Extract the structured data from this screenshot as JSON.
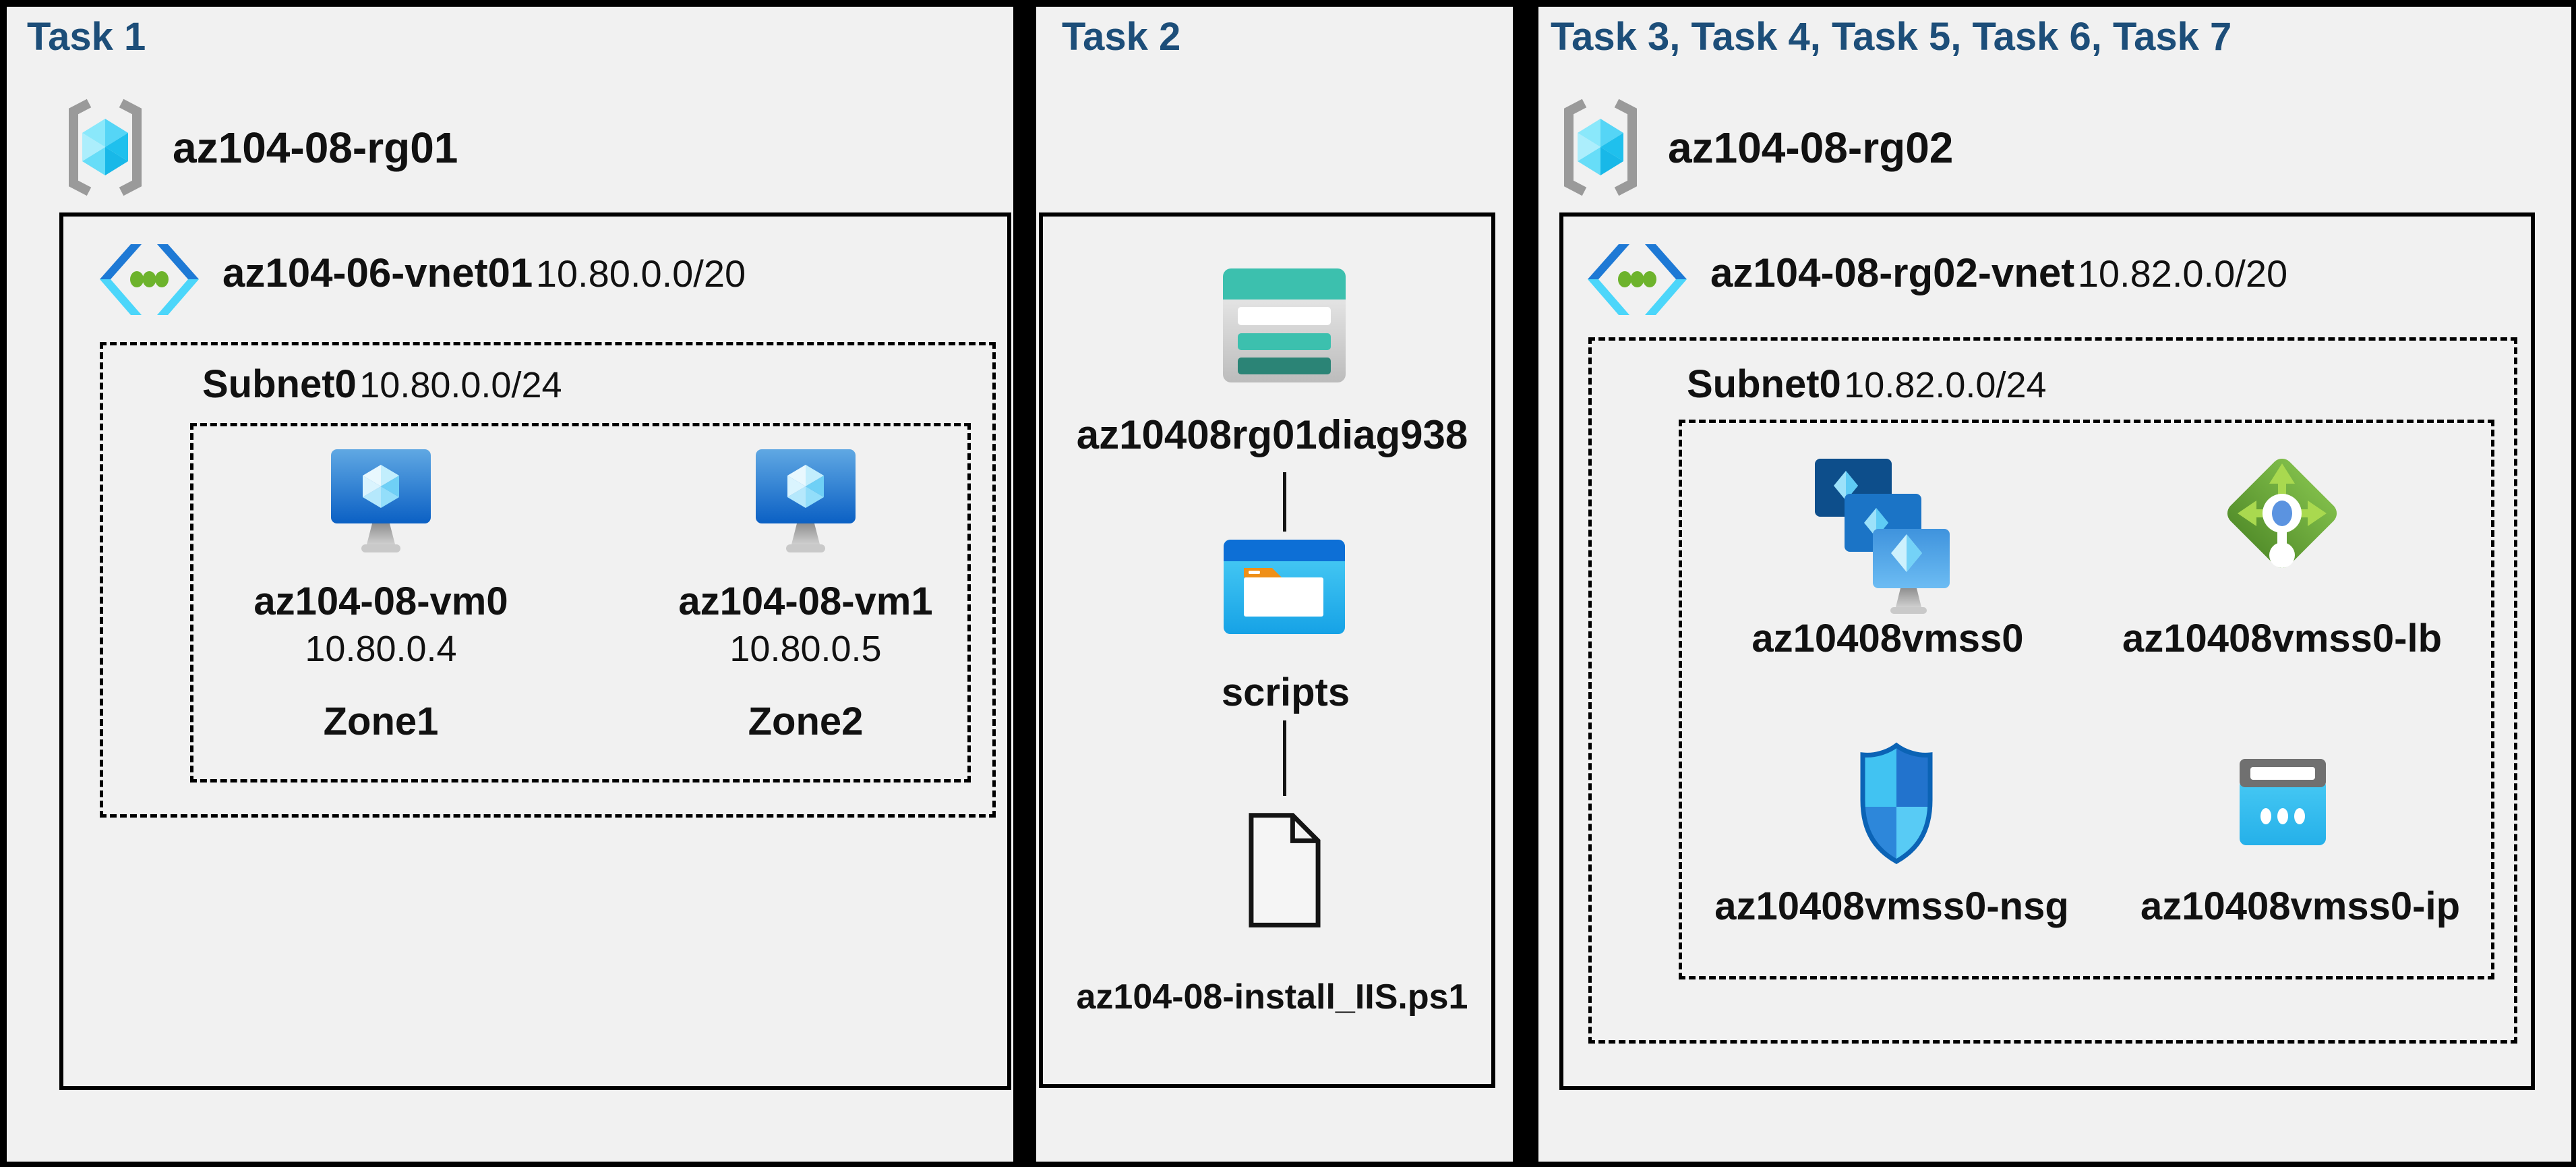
{
  "colors": {
    "background": "#000000",
    "panel_bg": "#f1f1f1",
    "title_accent": "#1d4e79",
    "text": "#111111",
    "storage_teal": "#3cc0ae",
    "azure_blue": "#1b74c6",
    "lb_green": "#6faf3d"
  },
  "panels": [
    {
      "title": "Task 1",
      "resource_group": "az104-08-rg01",
      "resource_group_icon": "resource-group-icon",
      "vnet": {
        "name": "az104-06-vnet01",
        "cidr": "10.80.0.0/20",
        "icon": "virtual-network-icon"
      },
      "subnet": {
        "name": "Subnet0",
        "cidr": "10.80.0.0/24"
      },
      "vms": [
        {
          "name": "az104-08-vm0",
          "ip": "10.80.0.4",
          "zone": "Zone1",
          "icon": "virtual-machine-icon"
        },
        {
          "name": "az104-08-vm1",
          "ip": "10.80.0.5",
          "zone": "Zone2",
          "icon": "virtual-machine-icon"
        }
      ]
    },
    {
      "title": "Task 2",
      "storage_account": {
        "name": "az10408rg01diag938",
        "icon": "storage-account-icon"
      },
      "container": {
        "name": "scripts",
        "icon": "blob-container-icon"
      },
      "file": {
        "name": "az104-08-install_IIS.ps1",
        "icon": "file-icon"
      }
    },
    {
      "title": "Task 3, Task 4, Task 5, Task 6, Task 7",
      "resource_group": "az104-08-rg02",
      "resource_group_icon": "resource-group-icon",
      "vnet": {
        "name": "az104-08-rg02-vnet",
        "cidr": "10.82.0.0/20",
        "icon": "virtual-network-icon"
      },
      "subnet": {
        "name": "Subnet0",
        "cidr": "10.82.0.0/24"
      },
      "resources": [
        {
          "name": "az10408vmss0",
          "icon": "vm-scale-set-icon"
        },
        {
          "name": "az10408vmss0-lb",
          "icon": "load-balancer-icon"
        },
        {
          "name": "az10408vmss0-nsg",
          "icon": "network-security-group-icon"
        },
        {
          "name": "az10408vmss0-ip",
          "icon": "public-ip-icon"
        }
      ]
    }
  ]
}
